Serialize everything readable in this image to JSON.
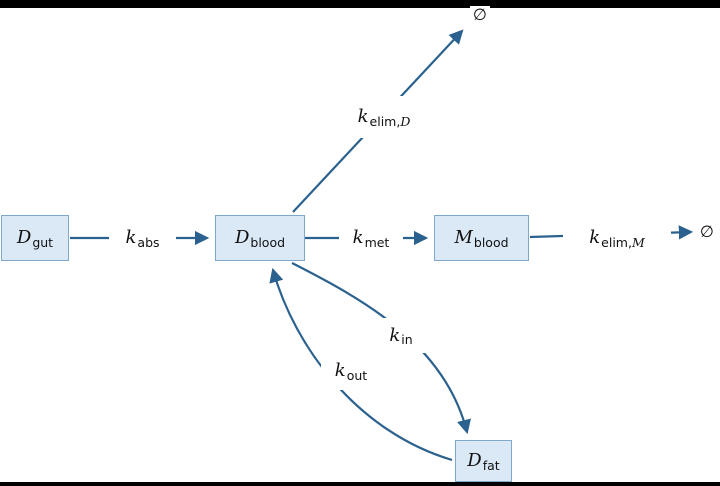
{
  "diagram": {
    "title": "pharmacokinetic-compartment-model",
    "colors": {
      "background": "#000000",
      "canvas": "#ffffff",
      "arrow": "#2b618e",
      "node_fill": "#dbe9f7",
      "node_border": "#7fa8c9",
      "text": "#111111"
    },
    "nodes": [
      {
        "id": "d-gut",
        "symbol": "D",
        "subscript": "gut"
      },
      {
        "id": "d-blood",
        "symbol": "D",
        "subscript": "blood"
      },
      {
        "id": "m-blood",
        "symbol": "M",
        "subscript": "blood"
      },
      {
        "id": "d-fat",
        "symbol": "D",
        "subscript": "fat"
      }
    ],
    "labels": {
      "k_abs": {
        "base": "k",
        "sub": "abs"
      },
      "k_met": {
        "base": "k",
        "sub": "met"
      },
      "k_elim_d": {
        "base": "k",
        "sub": "elim,",
        "sub_symbol": "D"
      },
      "k_elim_m": {
        "base": "k",
        "sub": "elim,",
        "sub_symbol": "M"
      },
      "k_in": {
        "base": "k",
        "sub": "in"
      },
      "k_out": {
        "base": "k",
        "sub": "out"
      }
    },
    "sinks": {
      "top": "∅",
      "right": "∅"
    },
    "edges": [
      {
        "from": "d-gut",
        "to": "d-blood",
        "label": "k_abs"
      },
      {
        "from": "d-blood",
        "to": "m-blood",
        "label": "k_met"
      },
      {
        "from": "m-blood",
        "to": "sink-right",
        "label": "k_elim_m"
      },
      {
        "from": "d-blood",
        "to": "sink-top",
        "label": "k_elim_d"
      },
      {
        "from": "d-blood",
        "to": "d-fat",
        "label": "k_in"
      },
      {
        "from": "d-fat",
        "to": "d-blood",
        "label": "k_out"
      }
    ]
  }
}
